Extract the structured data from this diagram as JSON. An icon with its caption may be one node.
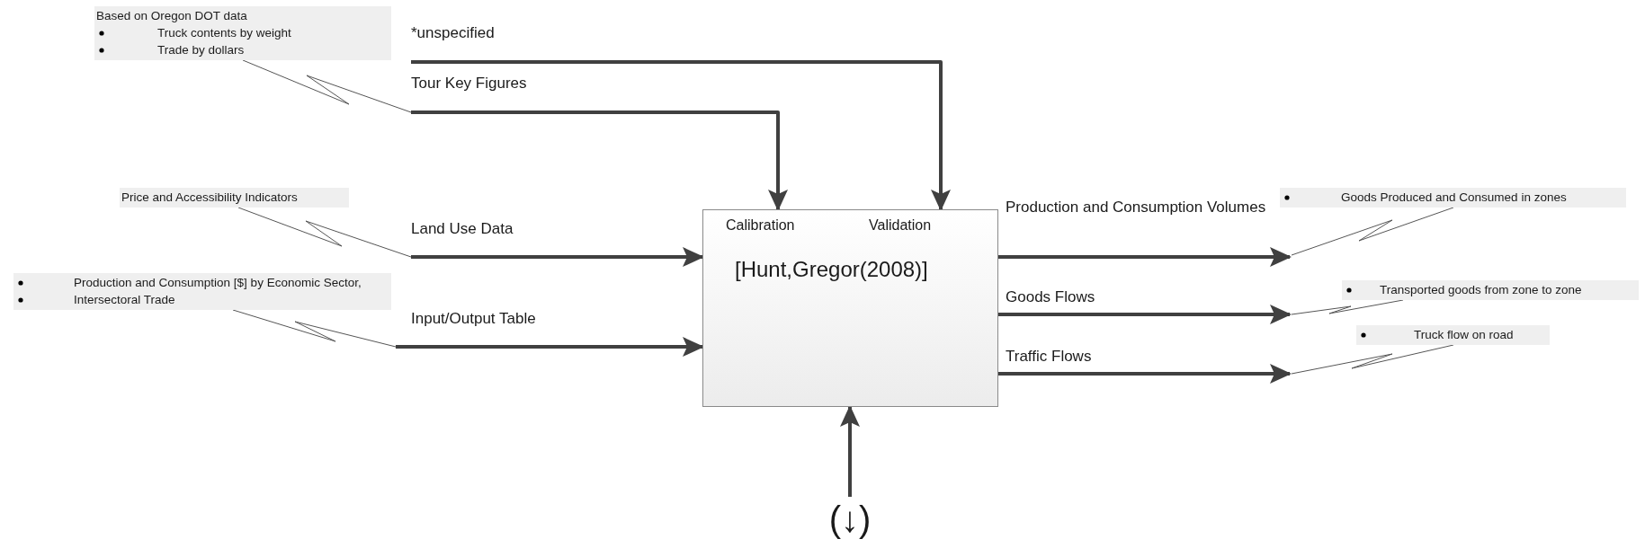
{
  "diagram": {
    "nodes": [
      {
        "text": [
          "Calibration",
          "Validation",
          "[Hunt,Gregor(2008)]"
        ]
      },
      {
        "text": [
          "Based on Oregon DOT data",
          "Truck contents by weight",
          "Trade by dollars"
        ]
      },
      {
        "text": [
          "Price and Accessibility Indicators"
        ]
      },
      {
        "text": [
          "Production and Consumption [$] by Economic Sector,",
          "Intersectoral Trade"
        ]
      },
      {
        "text": [
          "Goods Produced and Consumed in zones"
        ]
      },
      {
        "text": [
          "Transported goods from zone to zone"
        ]
      },
      {
        "text": [
          "Truck flow on road"
        ]
      },
      {
        "text": [
          "(↓)"
        ]
      }
    ],
    "edges": [
      {
        "from": null,
        "to": 0,
        "arrow": "to",
        "label": "*unspecified"
      },
      {
        "from": null,
        "to": 0,
        "arrow": "to",
        "label": "Tour Key Figures"
      },
      {
        "from": null,
        "to": 0,
        "arrow": "to",
        "label": "Land Use Data"
      },
      {
        "from": null,
        "to": 0,
        "arrow": "to",
        "label": "Input/Output Table"
      },
      {
        "from": 0,
        "to": null,
        "arrow": "to",
        "label": "Production and Consumption Volumes"
      },
      {
        "from": 0,
        "to": null,
        "arrow": "to",
        "label": "Goods Flows"
      },
      {
        "from": 0,
        "to": null,
        "arrow": "to",
        "label": "Traffic Flows"
      },
      {
        "from": 7,
        "to": 0,
        "arrow": "to"
      },
      {
        "from": 1,
        "to": null,
        "arrow": "none"
      },
      {
        "from": 2,
        "to": null,
        "arrow": "none"
      },
      {
        "from": 3,
        "to": null,
        "arrow": "none"
      },
      {
        "from": 4,
        "to": null,
        "arrow": "none"
      },
      {
        "from": 5,
        "to": null,
        "arrow": "none"
      },
      {
        "from": 6,
        "to": null,
        "arrow": "none"
      }
    ]
  }
}
